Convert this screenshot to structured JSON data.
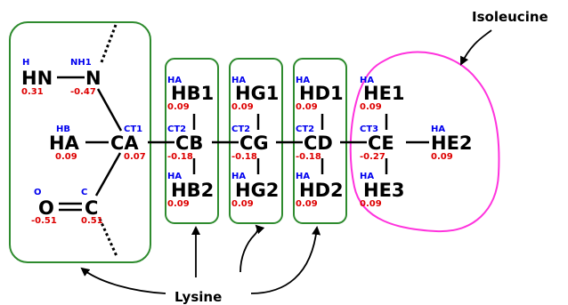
{
  "caption_isoleucine": "Isoleucine",
  "caption_lysine": "Lysine",
  "colors": {
    "group_box": "#2e8b2e",
    "ile_outline": "#ff33dd",
    "atom_type": "#0000ee",
    "charge": "#dd0000"
  },
  "atoms": {
    "hn": {
      "name": "HN",
      "type": "H",
      "charge": "0.31"
    },
    "n": {
      "name": "N",
      "type": "NH1",
      "charge": "-0.47"
    },
    "ha": {
      "name": "HA",
      "type": "HB",
      "charge": "0.09"
    },
    "ca": {
      "name": "CA",
      "type": "CT1",
      "charge": "0.07"
    },
    "o": {
      "name": "O",
      "type": "O",
      "charge": "-0.51"
    },
    "c": {
      "name": "C",
      "type": "C",
      "charge": "0.51"
    },
    "hb1": {
      "name": "HB1",
      "type": "HA",
      "charge": "0.09"
    },
    "cb": {
      "name": "CB",
      "type": "CT2",
      "charge": "-0.18"
    },
    "hb2": {
      "name": "HB2",
      "type": "HA",
      "charge": "0.09"
    },
    "hg1": {
      "name": "HG1",
      "type": "HA",
      "charge": "0.09"
    },
    "cg": {
      "name": "CG",
      "type": "CT2",
      "charge": "-0.18"
    },
    "hg2": {
      "name": "HG2",
      "type": "HA",
      "charge": "0.09"
    },
    "hd1": {
      "name": "HD1",
      "type": "HA",
      "charge": "0.09"
    },
    "cd": {
      "name": "CD",
      "type": "CT2",
      "charge": "-0.18"
    },
    "hd2": {
      "name": "HD2",
      "type": "HA",
      "charge": "0.09"
    },
    "he1": {
      "name": "HE1",
      "type": "HA",
      "charge": "0.09"
    },
    "ce": {
      "name": "CE",
      "type": "CT3",
      "charge": "-0.27"
    },
    "he3": {
      "name": "HE3",
      "type": "HA",
      "charge": "0.09"
    },
    "he2": {
      "name": "HE2",
      "type": "HA",
      "charge": "0.09"
    }
  }
}
